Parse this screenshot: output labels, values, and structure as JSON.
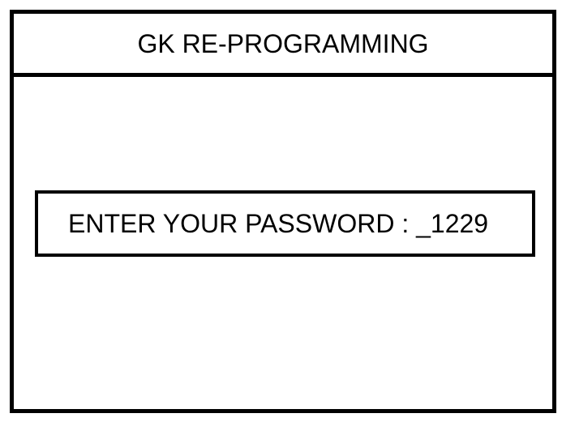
{
  "window": {
    "title": "GK RE-PROGRAMMING"
  },
  "password_field": {
    "label": "ENTER YOUR PASSWORD :",
    "cursor": "_",
    "value": "1229"
  },
  "colors": {
    "foreground": "#000000",
    "background": "#ffffff"
  }
}
